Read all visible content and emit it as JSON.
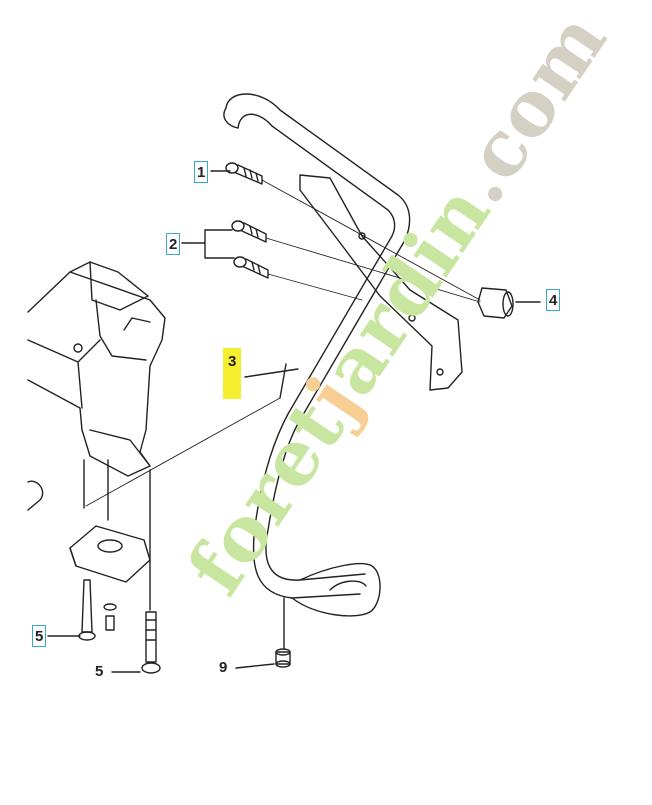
{
  "callouts": [
    {
      "id": "1",
      "label": "1",
      "boxed": true
    },
    {
      "id": "2",
      "label": "2",
      "boxed": true
    },
    {
      "id": "3",
      "label": "3",
      "highlighted": true
    },
    {
      "id": "4",
      "label": "4",
      "boxed": true
    },
    {
      "id": "5a",
      "label": "5",
      "boxed": true
    },
    {
      "id": "5b",
      "label": "5",
      "boxed": false
    },
    {
      "id": "9",
      "label": "9",
      "boxed": false
    }
  ],
  "watermark": {
    "text_green": "foret",
    "text_orange": "j",
    "text_green2": "ardin",
    "text_grey": ".com",
    "colors": {
      "green": "#c8e6a0",
      "orange": "#f7cf95",
      "grey": "#d4d0c4"
    }
  },
  "colors": {
    "callout_box": "#3ea7c9",
    "highlight": "#f4ee2e",
    "line": "#222222"
  }
}
